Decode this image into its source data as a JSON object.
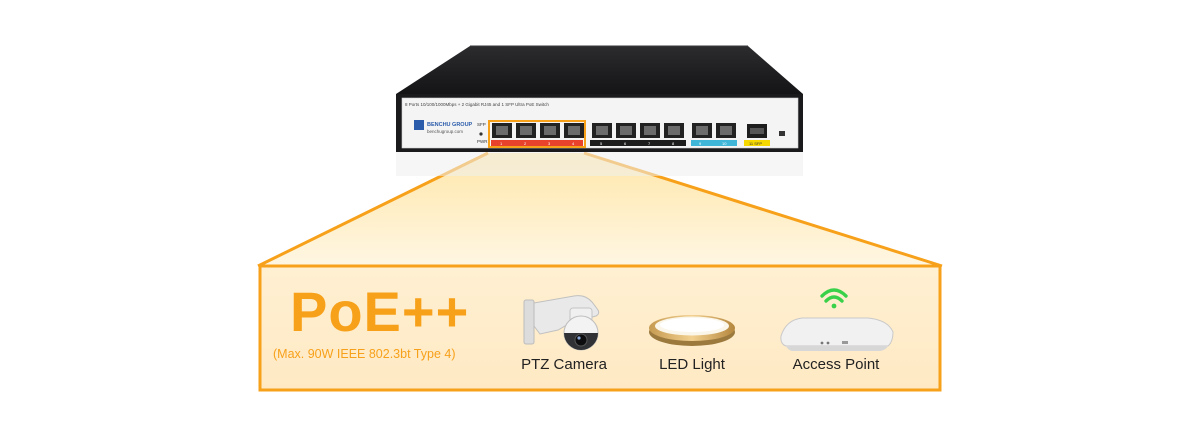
{
  "switch": {
    "brand": "BENCHU GROUP",
    "website": "benchugroup.com",
    "spec_line": "8 Ports 10/100/1000Mbps + 2 Gigabit RJ45 and 1 SFP Ultra PoE Switch",
    "indicators": [
      "SFP",
      "PWR"
    ],
    "port_labels": [
      "1",
      "2",
      "3",
      "4",
      "5",
      "6",
      "7",
      "8",
      "9",
      "10"
    ],
    "sfp_label": "11 SFP",
    "colors": {
      "poe_bar": "#e8412c",
      "uplink_bar": "#3fb6d8",
      "sfp_bar": "#f5d800",
      "body": "#1c1c1e"
    }
  },
  "panel": {
    "title": "PoE++",
    "subtitle": "(Max. 90W IEEE 802.3bt Type 4)",
    "accent_color": "#f7a11a",
    "devices": [
      {
        "label": "PTZ Camera",
        "icon": "ptz-camera-icon"
      },
      {
        "label": "LED Light",
        "icon": "led-light-icon"
      },
      {
        "label": "Access Point",
        "icon": "access-point-icon"
      }
    ],
    "wifi_color": "#3ad14a"
  }
}
